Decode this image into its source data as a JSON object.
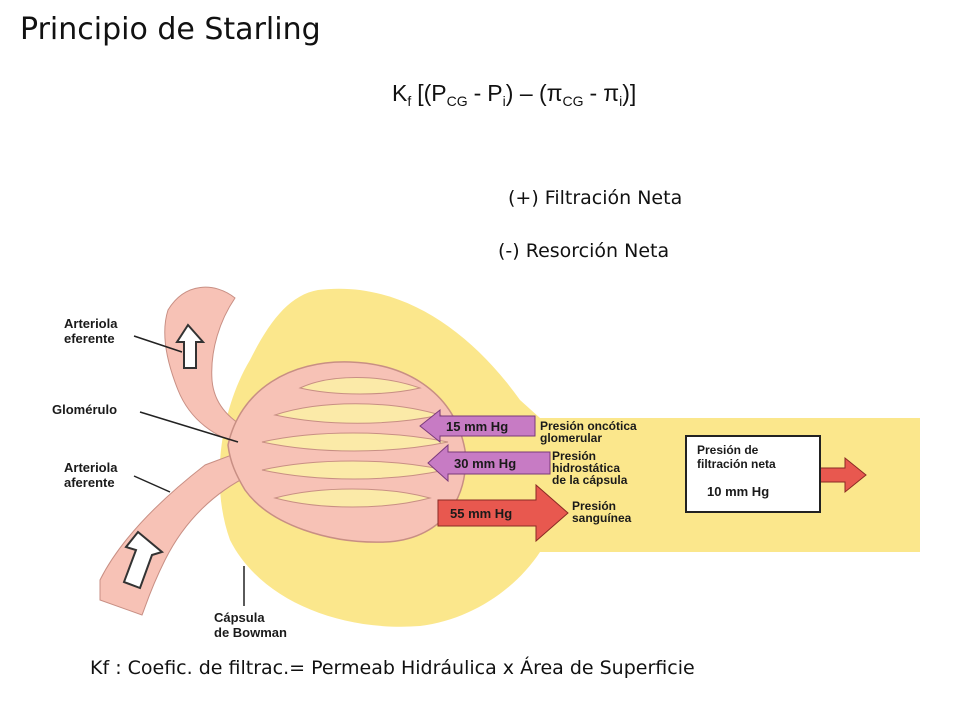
{
  "title": "Principio de Starling",
  "formula": {
    "k": "K",
    "k_sub": "f",
    "open": "[(P",
    "p_cg_sub": "CG",
    "minus_1": "-",
    "p_i": "P",
    "p_i_sub": "i",
    "close_1": ") – (",
    "pi_cg": "π",
    "pi_cg_sub": "CG",
    "minus_2": "-",
    "pi_i": "π",
    "pi_i_sub": "i",
    "close_2": ")]"
  },
  "notes": {
    "positive": "(+) Filtración Neta",
    "negative": "(-) Resorción Neta"
  },
  "diagram": {
    "labels": {
      "efferent_1": "Arteriola",
      "efferent_2": "eferente",
      "glomerulus": "Glomérulo",
      "afferent_1": "Arteriola",
      "afferent_2": "aferente",
      "capsule_1": "Cápsula",
      "capsule_2": "de Bowman"
    },
    "arrows": {
      "oncotic_value": "15 mm Hg",
      "hydrostatic_value": "30 mm Hg",
      "blood_value": "55 mm Hg"
    },
    "pressure_labels": {
      "oncotic_1": "Presión oncótica",
      "oncotic_2": "glomerular",
      "hydro_1": "Presión",
      "hydro_2": "hidrostática",
      "hydro_3": "de la cápsula",
      "blood_1": "Presión",
      "blood_2": "sanguínea"
    },
    "net_box": {
      "line_1": "Presión de",
      "line_2": "filtración neta",
      "value": "10 mm Hg"
    },
    "colors": {
      "capsule": "#fbe78c",
      "vessel": "#f7c2b6",
      "vessel_outline": "#c88f84",
      "purple_arrow": "#c77bc4",
      "red_arrow": "#e8584f",
      "leaf": "#fbeaa8"
    }
  },
  "footnote": "Kf : Coefic. de filtrac.= Permeab Hidráulica x Área de Superficie"
}
